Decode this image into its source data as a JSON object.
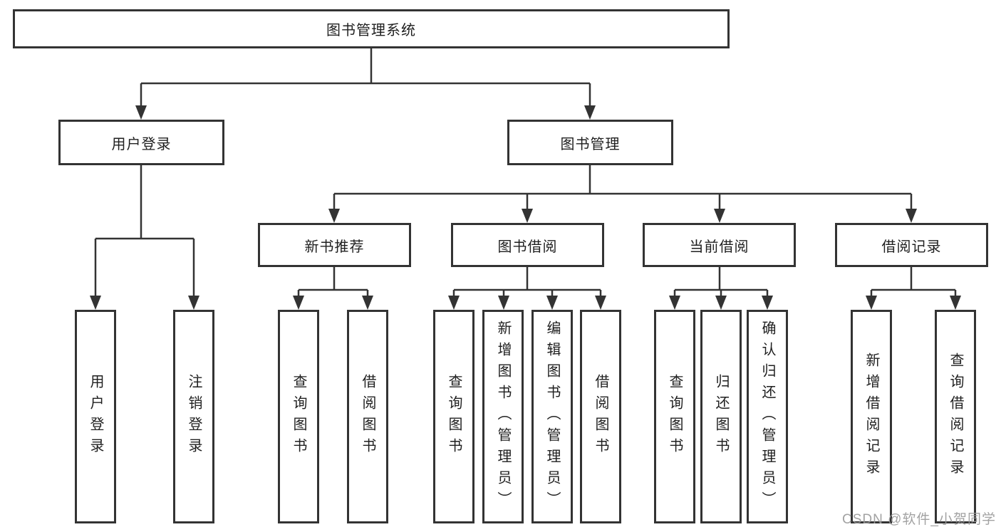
{
  "diagram_title": "图书管理系统",
  "nodes": {
    "root": "图书管理系统",
    "user_login": "用户登录",
    "book_mgmt": "图书管理",
    "new_book_rec": "新书推荐",
    "book_borrow": "图书借阅",
    "current_borrow": "当前借阅",
    "borrow_records": "借阅记录",
    "leaves_user_login": [
      "用户登录",
      "注销登录"
    ],
    "leaves_new_book_rec": [
      "查询图书",
      "借阅图书"
    ],
    "leaves_book_borrow": [
      "查询图书",
      "新增图书（管理员）",
      "编辑图书（管理员）",
      "借阅图书"
    ],
    "leaves_current_borrow": [
      "查询图书",
      "归还图书",
      "确认归还（管理员）"
    ],
    "leaves_borrow_records": [
      "新增借阅记录",
      "查询借阅记录"
    ]
  },
  "watermark": {
    "text": "CSDN @软件_小贺同学"
  },
  "colors": {
    "line": "#333333",
    "text": "#1f1f1f",
    "background": "#ffffff",
    "watermark": "#989898"
  }
}
